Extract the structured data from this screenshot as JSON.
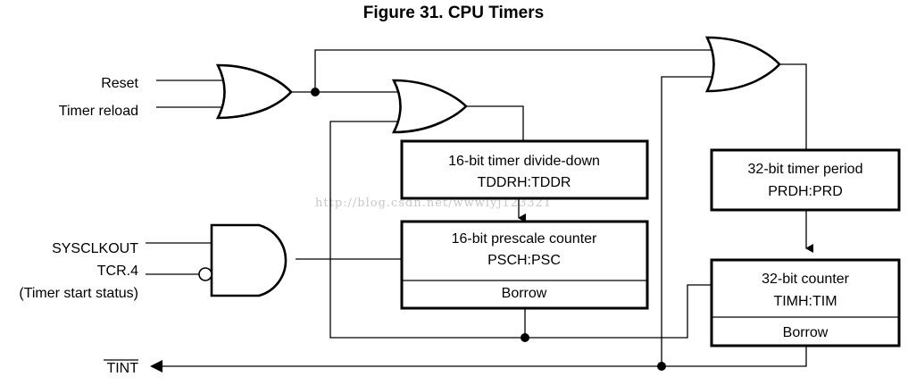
{
  "figure_title": "Figure 31. CPU Timers",
  "inputs": {
    "reset": "Reset",
    "timer_reload": "Timer reload",
    "sysclkout": "SYSCLKOUT",
    "tcr4": "TCR.4",
    "timer_start_status": "(Timer start status)"
  },
  "output": {
    "tint": "TINT"
  },
  "blocks": {
    "tddr": {
      "line1": "16-bit timer divide-down",
      "line2": "TDDRH:TDDR"
    },
    "psc": {
      "line1": "16-bit prescale counter",
      "line2": "PSCH:PSC",
      "borrow": "Borrow"
    },
    "prd": {
      "line1": "32-bit timer period",
      "line2": "PRDH:PRD"
    },
    "tim": {
      "line1": "32-bit counter",
      "line2": "TIMH:TIM",
      "borrow": "Borrow"
    }
  },
  "watermark": "http://blog.csdn.net/wwwlyj123321"
}
